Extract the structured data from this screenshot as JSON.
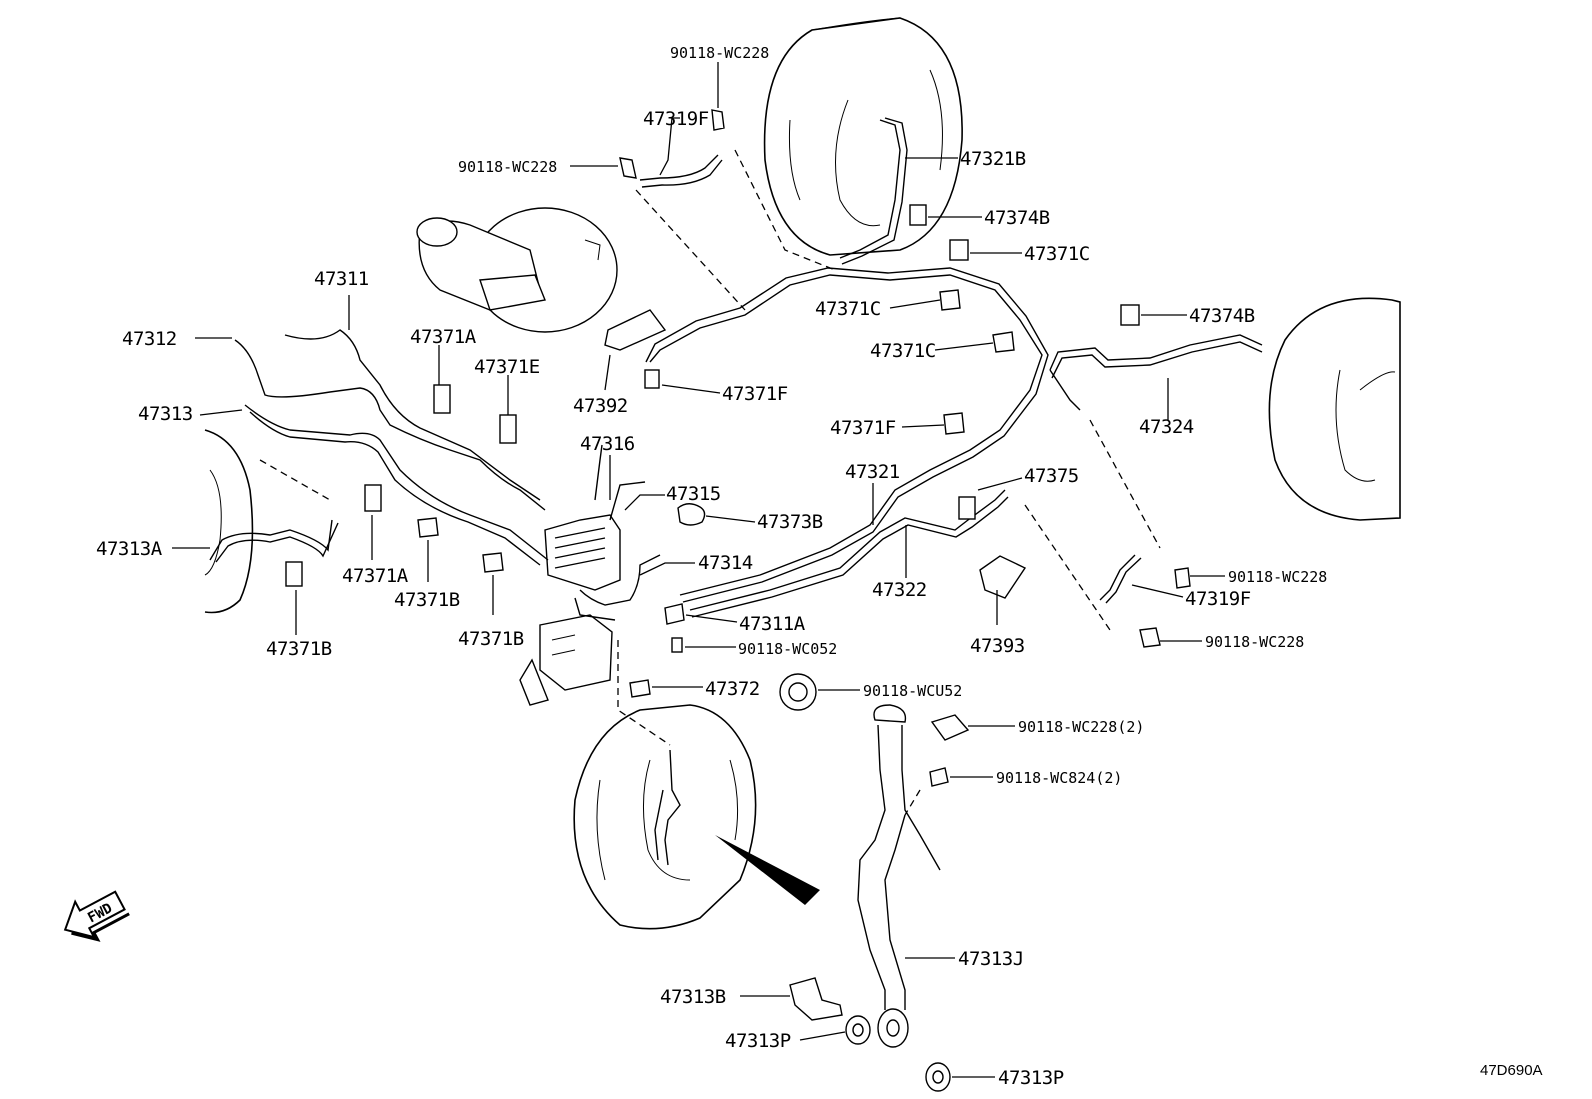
{
  "labels": {
    "p90118_wc228_top": "90118-WC228",
    "p47319f_top": "47319F",
    "p90118_wc228_left": "90118-WC228",
    "p47321b": "47321B",
    "p47374b_top": "47374B",
    "p47371c_1": "47371C",
    "p47311": "47311",
    "p47312": "47312",
    "p47371a_top": "47371A",
    "p47371c_2": "47371C",
    "p47374b_right": "47374B",
    "p47371e": "47371E",
    "p47371c_3": "47371C",
    "p47313": "47313",
    "p47371f_1": "47371F",
    "p47392": "47392",
    "p47324": "47324",
    "p47316": "47316",
    "p47371f_2": "47371F",
    "p47321": "47321",
    "p47375": "47375",
    "p47315": "47315",
    "p47373b": "47373B",
    "p47313a": "47313A",
    "p47314": "47314",
    "p90118_wc228_r1": "90118-WC228",
    "p47371a_bot": "47371A",
    "p47322": "47322",
    "p47319f_right": "47319F",
    "p47371b_1": "47371B",
    "p47311a": "47311A",
    "p90118_wc228_r2": "90118-WC228",
    "p47371b_2": "47371B",
    "p90118_wc052": "90118-WC052",
    "p47393": "47393",
    "p47371b_3": "47371B",
    "p47372": "47372",
    "p90118_wcu52": "90118-WCU52",
    "p90118_wc228_2": "90118-WC228(2)",
    "p90118_wc824_2": "90118-WC824(2)",
    "p47313j": "47313J",
    "p47313b": "47313B",
    "p47313p_1": "47313P",
    "p47313p_2": "47313P",
    "fwd": "FWD",
    "ref_code": "47D690A"
  },
  "icons": {
    "fwd_arrow": "fwd-arrow-icon"
  }
}
